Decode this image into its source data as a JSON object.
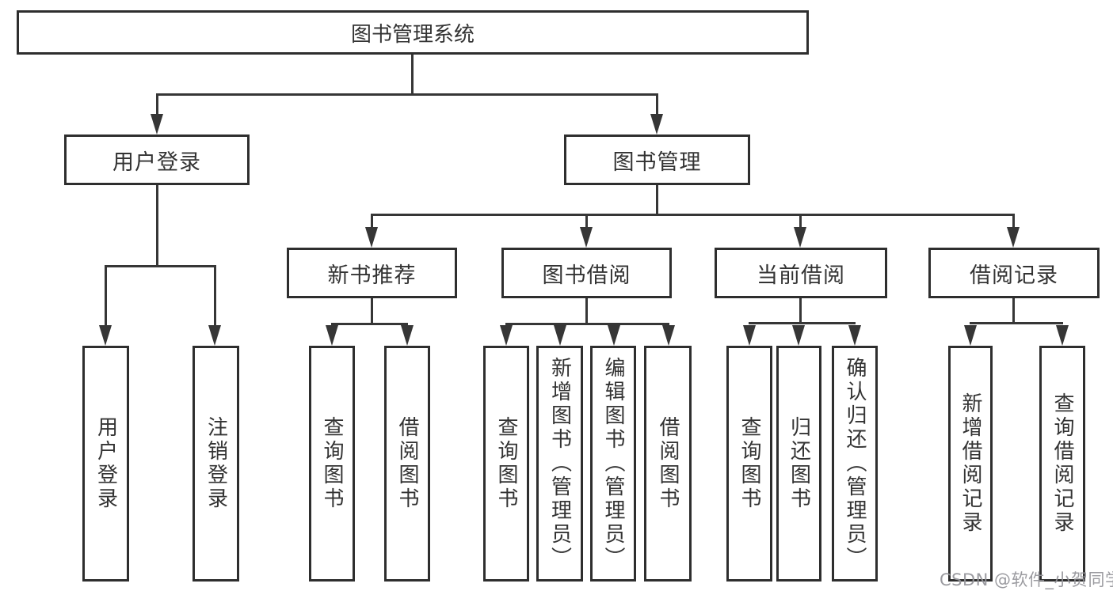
{
  "diagram_type": "hierarchy-tree",
  "colors": {
    "background": "#ffffff",
    "box_border": "#2e2e2e",
    "box_fill": "#ffffff",
    "connector": "#363636",
    "text": "#333333",
    "watermark": "#96969b"
  },
  "watermark": {
    "text": "CSDN @软件_小贺同学"
  },
  "hierarchy": {
    "label": "图书管理系统",
    "children": [
      {
        "label": "用户登录",
        "children": [
          {
            "label": "用户登录"
          },
          {
            "label": "注销登录"
          }
        ]
      },
      {
        "label": "图书管理",
        "children": [
          {
            "label": "新书推荐",
            "children": [
              {
                "label": "查询图书"
              },
              {
                "label": "借阅图书"
              }
            ]
          },
          {
            "label": "图书借阅",
            "children": [
              {
                "label": "查询图书"
              },
              {
                "label": "新增图书（管理员）"
              },
              {
                "label": "编辑图书（管理员）"
              },
              {
                "label": "借阅图书"
              }
            ]
          },
          {
            "label": "当前借阅",
            "children": [
              {
                "label": "查询图书"
              },
              {
                "label": "归还图书"
              },
              {
                "label": "确认归还（管理员）"
              }
            ]
          },
          {
            "label": "借阅记录",
            "children": [
              {
                "label": "新增借阅记录"
              },
              {
                "label": "查询借阅记录"
              }
            ]
          }
        ]
      }
    ]
  }
}
